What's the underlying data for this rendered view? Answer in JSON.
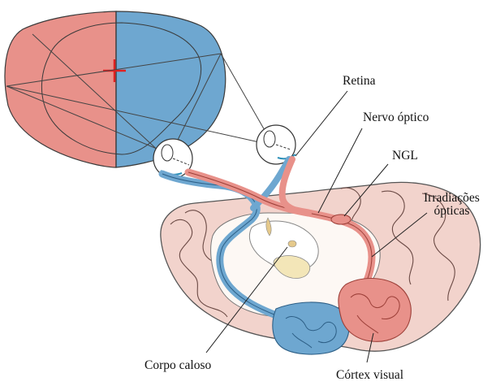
{
  "labels": {
    "retina": "Retina",
    "optic_nerve": "Nervo óptico",
    "lgn": "NGL",
    "optic_radiations_line1": "Irradiações",
    "optic_radiations_line2": "ópticas",
    "corpus_callosum": "Corpo caloso",
    "visual_cortex": "Córtex visual"
  },
  "colors": {
    "left_visual_field": "#e8918a",
    "right_visual_field": "#6ea7d0",
    "fixation_mark": "#e02020",
    "brain_tissue": "#f2d3cc",
    "brain_outline": "#555555",
    "white_matter": "#fdf8f4",
    "ventricle": "#f3e6b8"
  }
}
